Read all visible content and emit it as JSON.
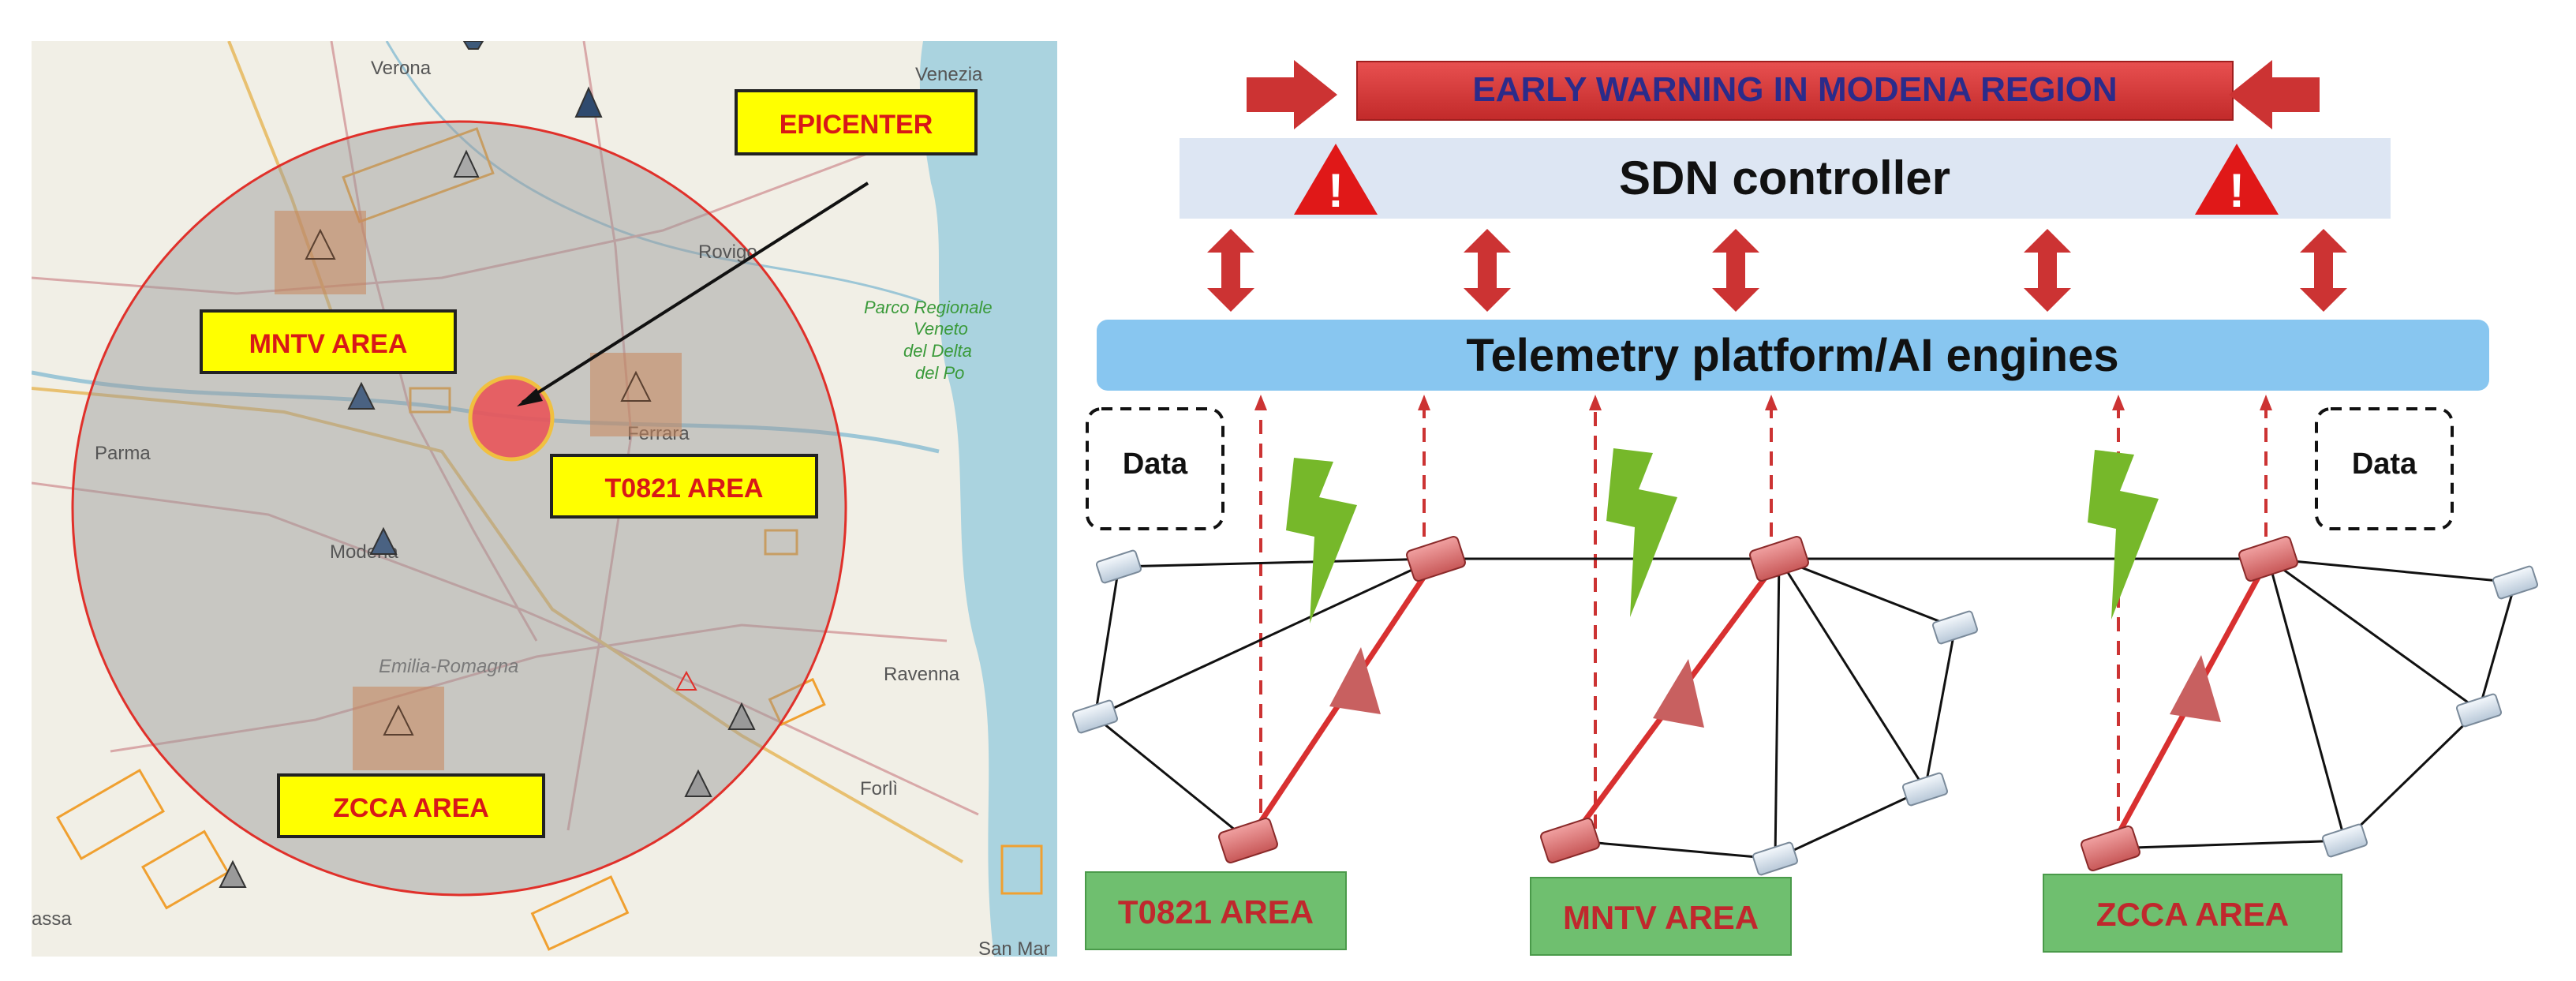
{
  "map": {
    "city_labels": [
      "Verona",
      "Venezia",
      "Rovigo",
      "Ferrara",
      "Parma",
      "Modena",
      "Ravenna",
      "Forlì",
      "Emilia-Romagna",
      "assa",
      "San Mar"
    ],
    "park_label_lines": [
      "Parco Regionale",
      "Veneto",
      "del Delta",
      "del Po"
    ],
    "callouts": {
      "epicenter": "EPICENTER",
      "mntv": "MNTV AREA",
      "t0821": "T0821 AREA",
      "zcca": "ZCCA AREA"
    },
    "colors": {
      "circle_fill": "#9a9a9a",
      "circle_stroke": "#e0302a",
      "epicenter": "#e8545a",
      "callout_fill": "#ffff00",
      "station_blue": "#3e5a7a",
      "station_gray": "#8c8c8c",
      "square": "#c9855b"
    }
  },
  "diagram": {
    "banner": "EARLY WARNING IN MODENA REGION",
    "controller": "SDN controller",
    "platform": "Telemetry platform/AI engines",
    "data_label_left": "Data",
    "data_label_right": "Data",
    "area_labels": [
      "T0821 AREA",
      "MNTV AREA",
      "ZCCA AREA"
    ],
    "warning_glyph": "!",
    "colors": {
      "banner_fill": "#d93838",
      "banner_text": "#2b2b8a",
      "controller_fill": "#dde6f3",
      "platform_fill": "#88c6f0",
      "arrow": "#cc3333",
      "area_fill": "#6fbf6f",
      "area_text": "#c0282d",
      "lightning": "#76b82a"
    }
  }
}
